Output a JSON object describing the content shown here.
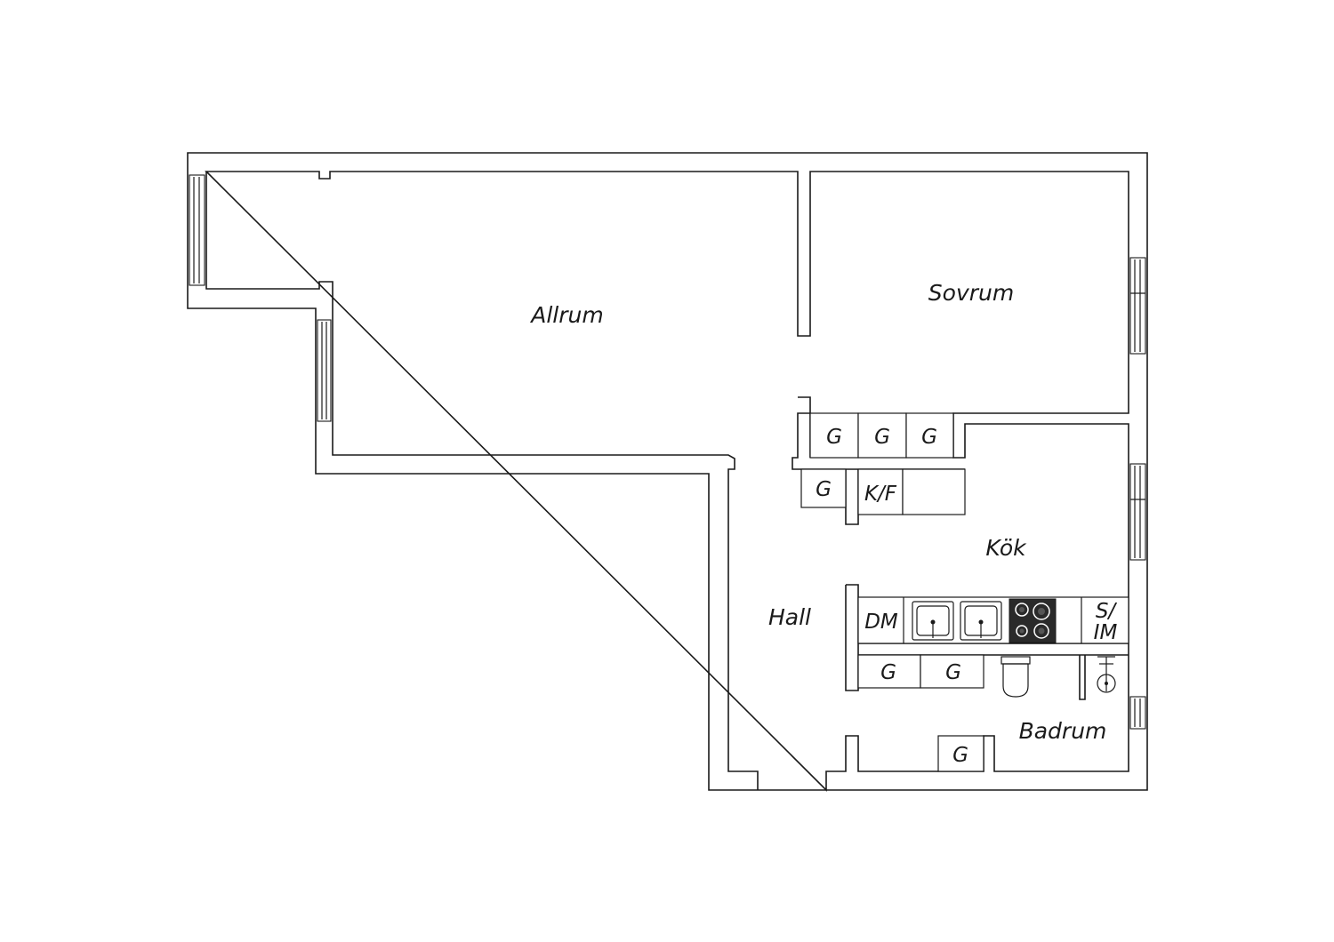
{
  "rooms": {
    "allrum": "Allrum",
    "sovrum": "Sovrum",
    "kok": "Kök",
    "hall": "Hall",
    "badrum": "Badrum"
  },
  "fixtures": {
    "g": "G",
    "kf": "K/F",
    "dm": "DM",
    "s": "S/",
    "im": "IM"
  },
  "colors": {
    "line": "#1a1a1a",
    "background": "#ffffff",
    "stove": "#2a2a2a"
  }
}
